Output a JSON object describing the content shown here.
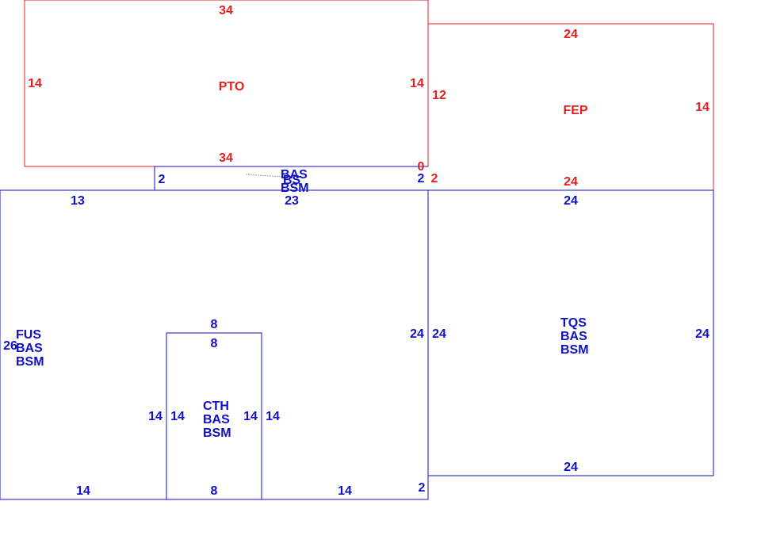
{
  "colors": {
    "upper_floor": "#e41f1f",
    "main_floor": "#1010c8",
    "leader": "#888888"
  },
  "areas": {
    "pto": {
      "codes": [
        "PTO"
      ],
      "top": "34",
      "bottom": "34",
      "left": "14",
      "right": "14"
    },
    "fep": {
      "codes": [
        "FEP"
      ],
      "top": "24",
      "bottom": "24",
      "left": "12",
      "right": "14"
    },
    "connector": {
      "codes": [
        "BAS",
        "BS",
        "BSM"
      ],
      "left": "2",
      "right": "2",
      "bottom": "23",
      "right_outer": "2",
      "corner": "0"
    },
    "fus": {
      "codes": [
        "FUS",
        "BAS",
        "BSM"
      ],
      "top": "13",
      "left": "26",
      "right": "24",
      "bottom_left": "14",
      "bottom_right": "14",
      "step": "2"
    },
    "tqs": {
      "codes": [
        "TQS",
        "BAS",
        "BSM"
      ],
      "top": "24",
      "bottom": "24",
      "left": "24",
      "right": "24"
    },
    "cth": {
      "codes": [
        "CTH",
        "BAS",
        "BSM"
      ],
      "top_outer": "8",
      "top_inner": "8",
      "bottom": "8",
      "left_outer": "14",
      "left_inner": "14",
      "right_inner": "14",
      "right_outer": "14"
    }
  }
}
